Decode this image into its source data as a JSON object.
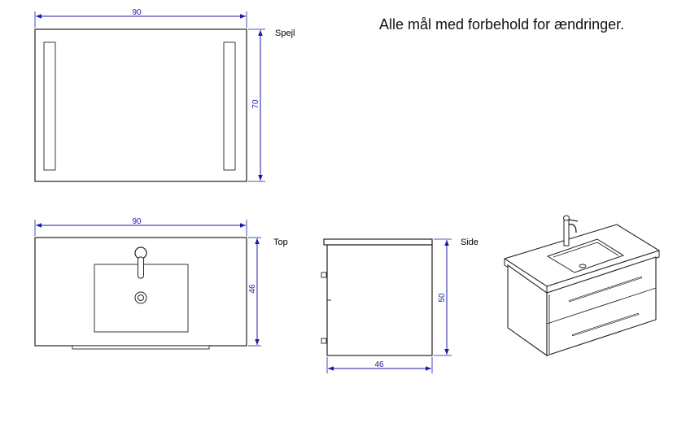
{
  "notice": "Alle mål med forbehold for ændringer.",
  "mirror": {
    "label": "Spejl",
    "width": "90",
    "height": "70"
  },
  "top_view": {
    "label": "Top",
    "width": "90",
    "depth": "46"
  },
  "side_view": {
    "label": "Side",
    "height": "50",
    "depth": "46"
  },
  "colors": {
    "dimension": "#1a1aa8",
    "outline": "#222222"
  }
}
